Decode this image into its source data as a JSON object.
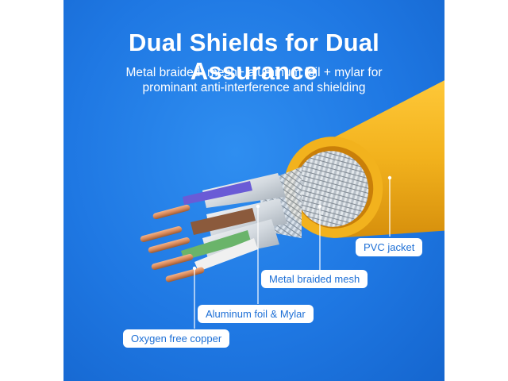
{
  "heading": {
    "title": "Dual Shields for Dual Assurance",
    "subtitle_lines": [
      "Metal braided  mesh+ aluminum foil + mylar for",
      "prominant anti-interference and shielding"
    ]
  },
  "callouts": {
    "pvc_jacket": "PVC jacket",
    "metal_braided_mesh": "Metal braided mesh",
    "aluminum_foil_mylar": "Aluminum foil & Mylar",
    "oxygen_free_copper": "Oxygen free copper"
  },
  "colors": {
    "background": "#1f78e3",
    "jacket": "#f2b21d",
    "jacket_shadow": "#d68f0c",
    "braid": "#c8cfd6",
    "foil": "#e6eaee",
    "copper": "#d9895a",
    "pill_text": "#1d6fd6",
    "pair_colors": [
      "#6a5bd6",
      "#8b5a3c",
      "#6ab46a",
      "#f0f0f0"
    ]
  }
}
